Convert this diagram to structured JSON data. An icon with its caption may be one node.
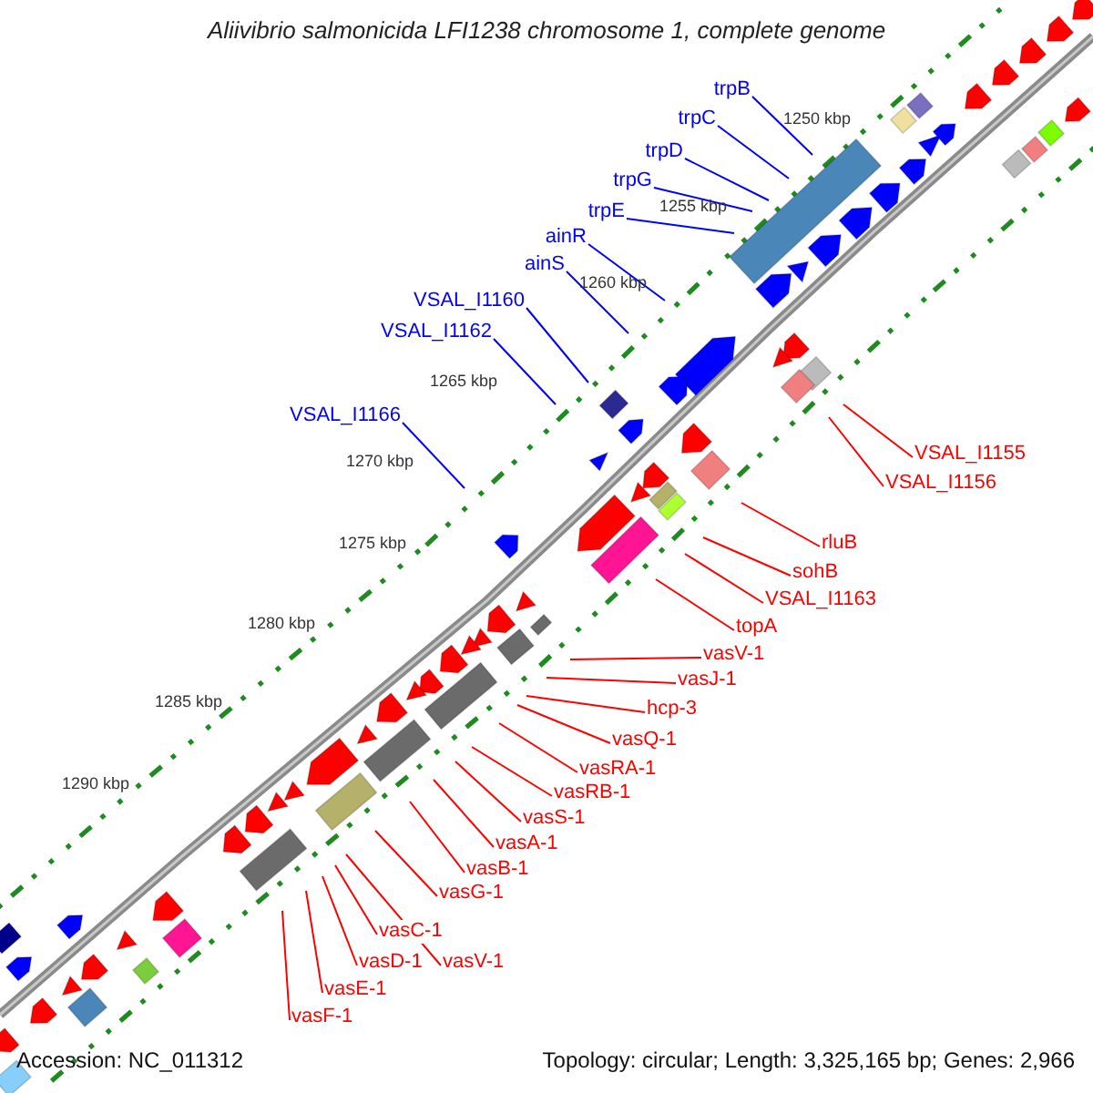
{
  "diagram": {
    "title": "Aliivibrio salmonicida LFI1238 chromosome 1, complete genome",
    "nodes": [
      {
        "text": [
          "trpB"
        ]
      },
      {
        "text": [
          "trpC"
        ]
      },
      {
        "text": [
          "trpD"
        ]
      },
      {
        "text": [
          "trpG"
        ]
      },
      {
        "text": [
          "trpE"
        ]
      },
      {
        "text": [
          "ainR"
        ]
      },
      {
        "text": [
          "ainS"
        ]
      },
      {
        "text": [
          "VSAL_I1160"
        ]
      },
      {
        "text": [
          "VSAL_I1162"
        ]
      },
      {
        "text": [
          "VSAL_I1166"
        ]
      },
      {
        "text": [
          "VSAL_I1155"
        ]
      },
      {
        "text": [
          "VSAL_I1156"
        ]
      },
      {
        "text": [
          "rluB"
        ]
      },
      {
        "text": [
          "sohB"
        ]
      },
      {
        "text": [
          "VSAL_I1163"
        ]
      },
      {
        "text": [
          "topA"
        ]
      },
      {
        "text": [
          "vasV-1"
        ]
      },
      {
        "text": [
          "vasJ-1"
        ]
      },
      {
        "text": [
          "hcp-3"
        ]
      },
      {
        "text": [
          "vasQ-1"
        ]
      },
      {
        "text": [
          "vasRA-1"
        ]
      },
      {
        "text": [
          "vasRB-1"
        ]
      },
      {
        "text": [
          "vasS-1"
        ]
      },
      {
        "text": [
          "vasA-1"
        ]
      },
      {
        "text": [
          "vasB-1"
        ]
      },
      {
        "text": [
          "vasG-1"
        ]
      },
      {
        "text": [
          "vasC-1"
        ]
      },
      {
        "text": [
          "vasV-1"
        ]
      },
      {
        "text": [
          "vasD-1"
        ]
      },
      {
        "text": [
          "vasE-1"
        ]
      },
      {
        "text": [
          "vasF-1"
        ]
      }
    ],
    "edges": [
      {
        "from": 0,
        "to": null,
        "arrow": "none",
        "color": "#0000ff"
      },
      {
        "from": 1,
        "to": null,
        "arrow": "none",
        "color": "#0000ff"
      },
      {
        "from": 2,
        "to": null,
        "arrow": "none",
        "color": "#0000ff"
      },
      {
        "from": 3,
        "to": null,
        "arrow": "none",
        "color": "#0000ff"
      },
      {
        "from": 4,
        "to": null,
        "arrow": "none",
        "color": "#0000ff"
      },
      {
        "from": 5,
        "to": null,
        "arrow": "none",
        "color": "#0000ff"
      },
      {
        "from": 6,
        "to": null,
        "arrow": "none",
        "color": "#0000ff"
      },
      {
        "from": 7,
        "to": null,
        "arrow": "none",
        "color": "#0000ff"
      },
      {
        "from": 8,
        "to": null,
        "arrow": "none",
        "color": "#0000ff"
      },
      {
        "from": 9,
        "to": null,
        "arrow": "none",
        "color": "#0000ff"
      },
      {
        "from": 10,
        "to": null,
        "arrow": "none"
      },
      {
        "from": 11,
        "to": null,
        "arrow": "none"
      },
      {
        "from": 12,
        "to": null,
        "arrow": "none"
      },
      {
        "from": 13,
        "to": null,
        "arrow": "none"
      },
      {
        "from": 14,
        "to": null,
        "arrow": "none"
      },
      {
        "from": 15,
        "to": null,
        "arrow": "none"
      },
      {
        "from": 16,
        "to": null,
        "arrow": "none"
      },
      {
        "from": 17,
        "to": null,
        "arrow": "none"
      },
      {
        "from": 18,
        "to": null,
        "arrow": "none"
      },
      {
        "from": 19,
        "to": null,
        "arrow": "none"
      },
      {
        "from": 20,
        "to": null,
        "arrow": "none"
      },
      {
        "from": 21,
        "to": null,
        "arrow": "none"
      },
      {
        "from": 22,
        "to": null,
        "arrow": "none"
      },
      {
        "from": 23,
        "to": null,
        "arrow": "none"
      },
      {
        "from": 24,
        "to": null,
        "arrow": "none"
      },
      {
        "from": 25,
        "to": null,
        "arrow": "none"
      },
      {
        "from": 26,
        "to": null,
        "arrow": "none"
      },
      {
        "from": 27,
        "to": null,
        "arrow": "none"
      },
      {
        "from": 28,
        "to": null,
        "arrow": "none"
      },
      {
        "from": 29,
        "to": null,
        "arrow": "none"
      },
      {
        "from": 30,
        "to": null,
        "arrow": "none"
      }
    ],
    "labels": [
      "1250 kbp",
      "1255 kbp",
      "1260 kbp",
      "1265 kbp",
      "1270 kbp",
      "1275 kbp",
      "1280 kbp",
      "1285 kbp",
      "1290 kbp",
      "Accession: NC_011312",
      "Topology: circular; Length: 3,325,165 bp; Genes: 2,966"
    ]
  }
}
